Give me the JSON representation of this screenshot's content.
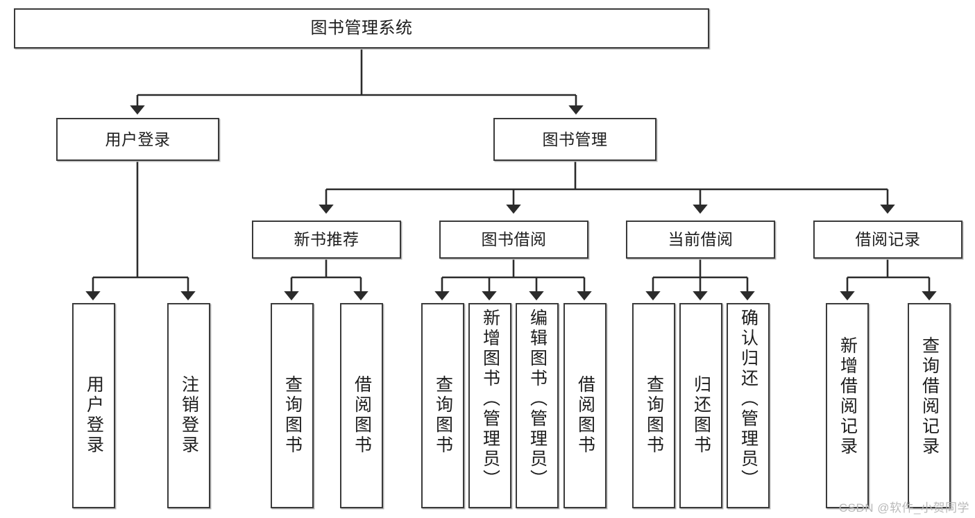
{
  "diagram": {
    "title": "图书管理系统",
    "type": "tree-hierarchy-flowchart",
    "orientation": "top-down",
    "colors": {
      "box_border": "#3a3a3a",
      "box_fill": "#ffffff",
      "edge": "#2b2b2b",
      "text": "#1d1d1d",
      "watermark": "#b9b9b9"
    }
  },
  "nodes": {
    "root": {
      "label": "图书管理系统"
    },
    "level2": [
      {
        "label": "用户登录"
      },
      {
        "label": "图书管理"
      }
    ],
    "level3": [
      {
        "label": "新书推荐"
      },
      {
        "label": "图书借阅"
      },
      {
        "label": "当前借阅"
      },
      {
        "label": "借阅记录"
      }
    ],
    "leaves": {
      "user_login": [
        {
          "label": "用户登录"
        },
        {
          "label": "注销登录"
        }
      ],
      "new_book": [
        {
          "label": "查询图书"
        },
        {
          "label": "借阅图书"
        }
      ],
      "book_borrow": [
        {
          "label": "查询图书"
        },
        {
          "label": "新增图书（管理员）"
        },
        {
          "label": "编辑图书（管理员）"
        },
        {
          "label": "借阅图书"
        }
      ],
      "current_borrow": [
        {
          "label": "查询图书"
        },
        {
          "label": "归还图书"
        },
        {
          "label": "确认归还（管理员）"
        }
      ],
      "borrow_record": [
        {
          "label": "新增借阅记录"
        },
        {
          "label": "查询借阅记录"
        }
      ]
    }
  },
  "watermark": {
    "text": "CSDN @软件_小贺同学"
  }
}
